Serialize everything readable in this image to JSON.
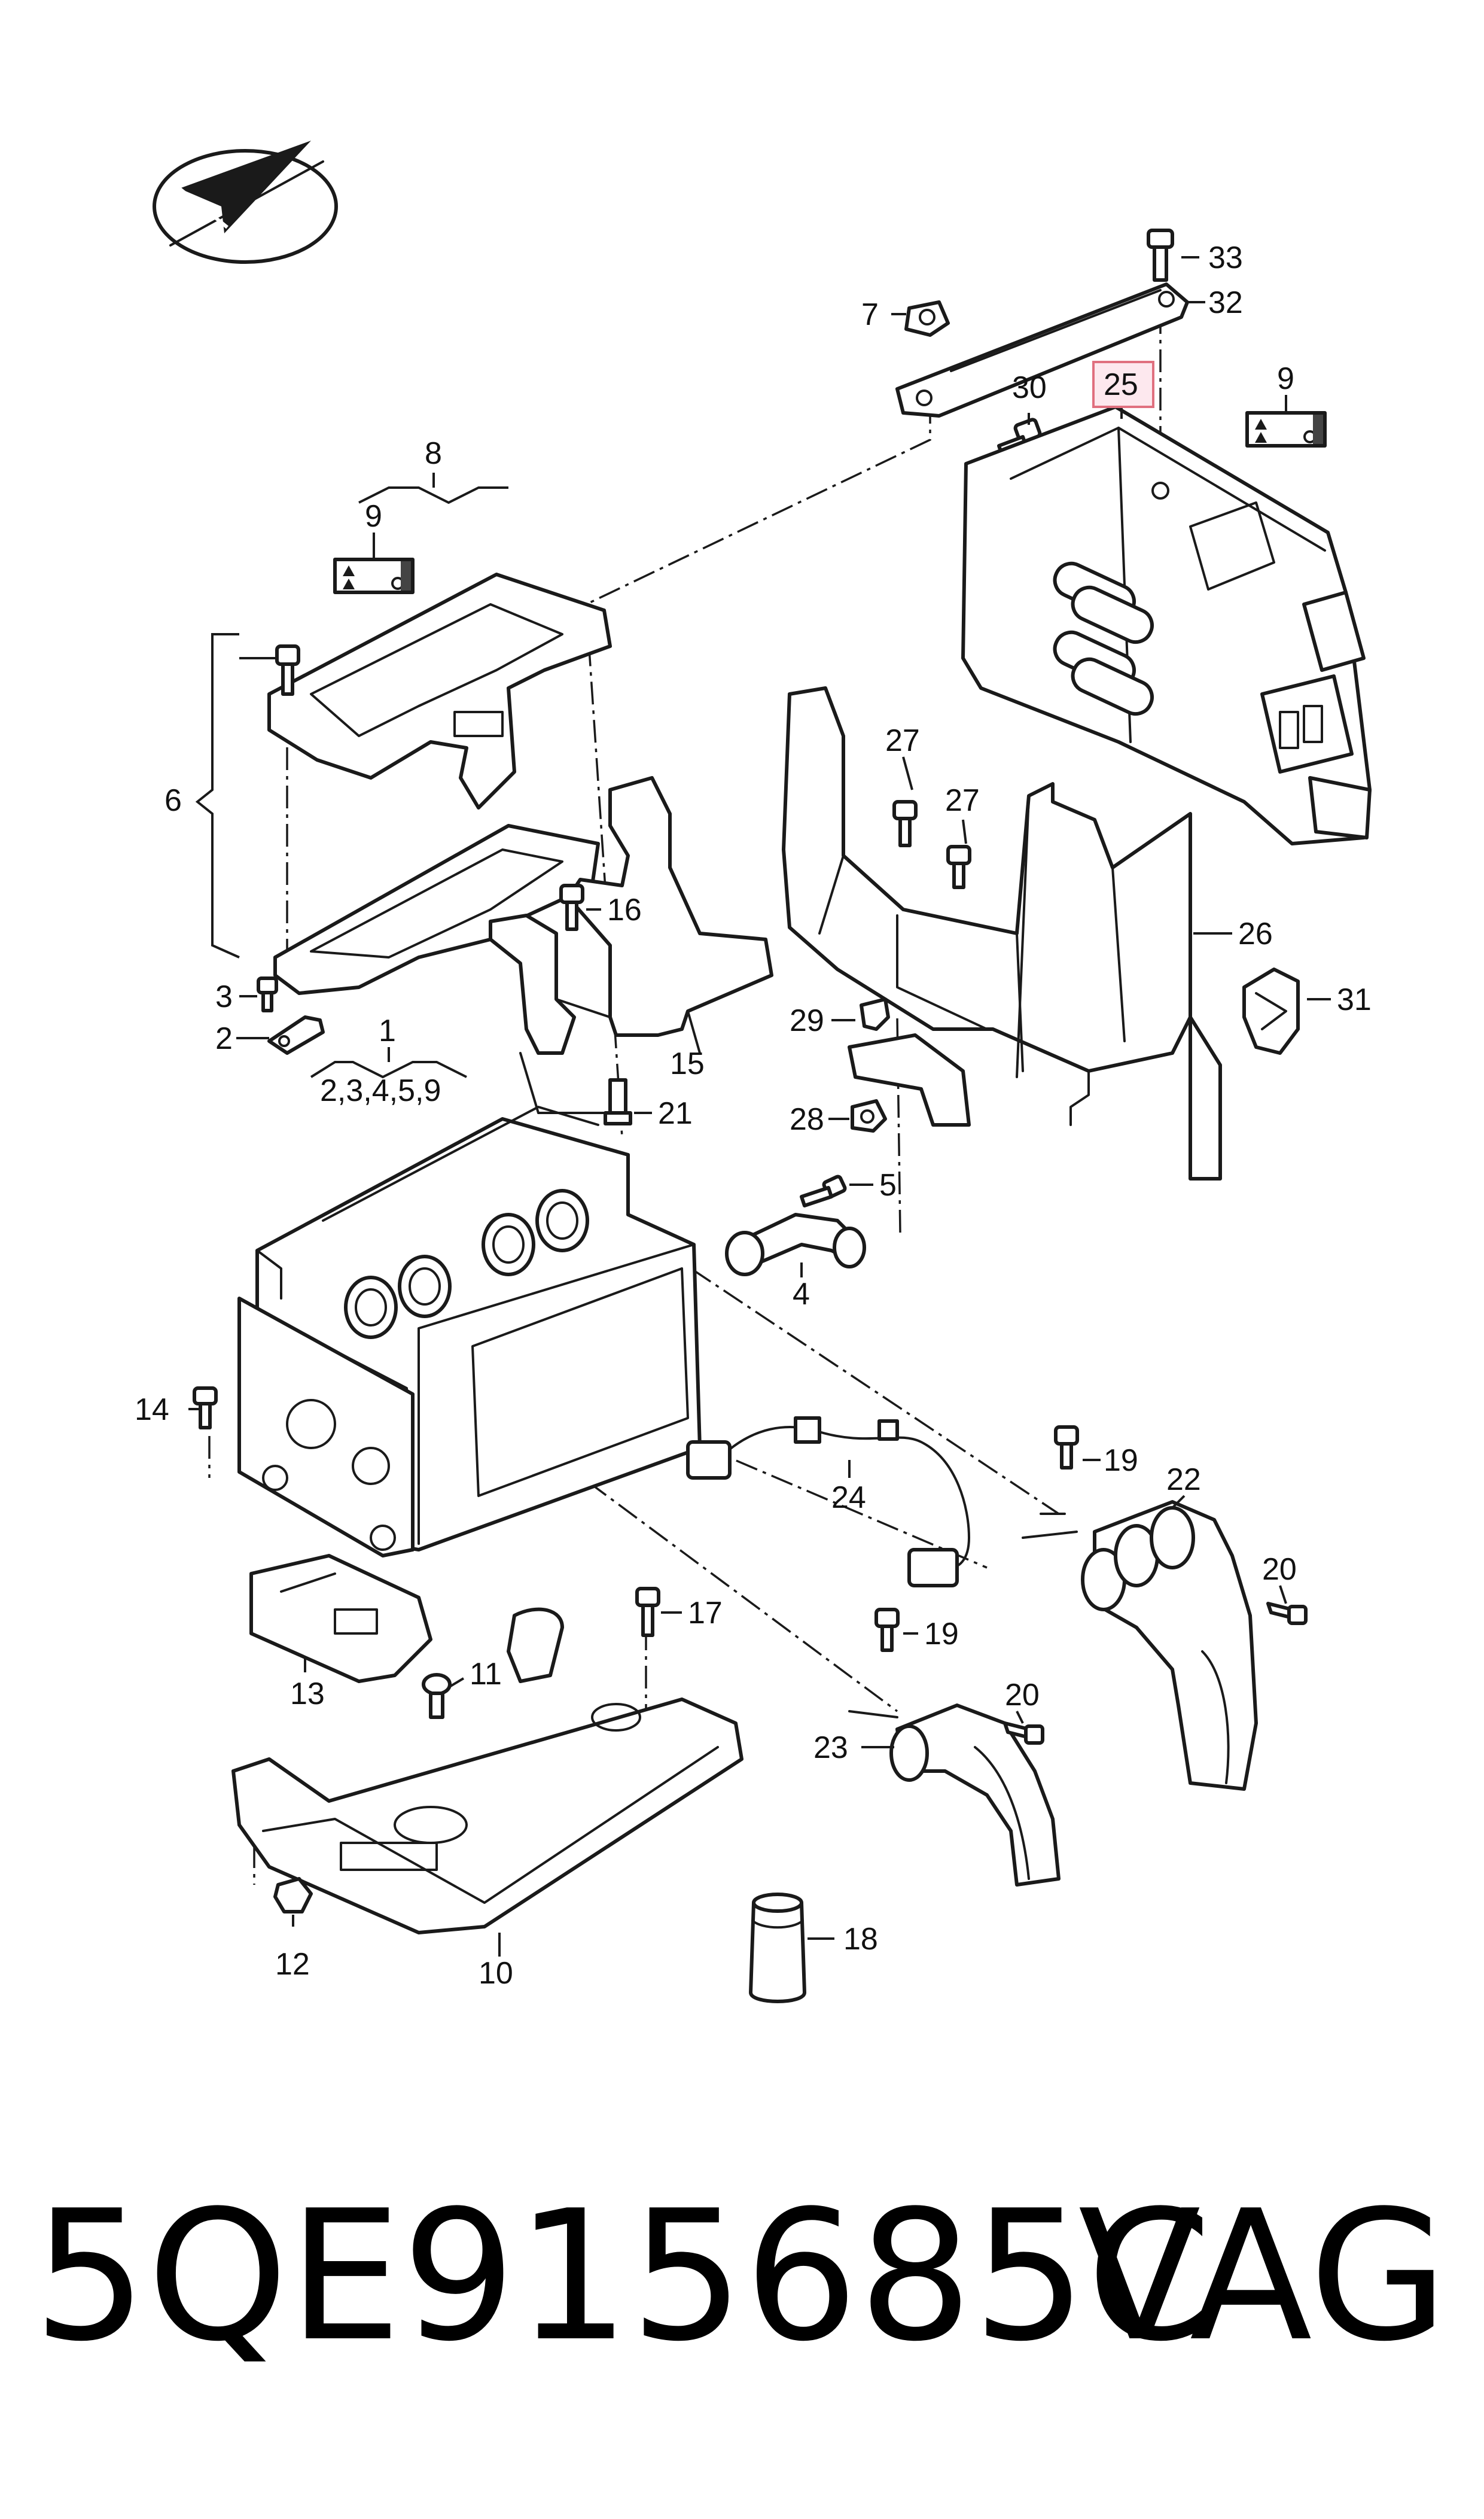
{
  "diagram": {
    "callouts": {
      "c1": "1",
      "c2": "2",
      "c3": "3",
      "c4": "4",
      "c5": "5",
      "c6": "6",
      "c7": "7",
      "c8": "8",
      "c9a": "9",
      "c9b": "9",
      "c10": "10",
      "c11": "11",
      "c12": "12",
      "c13": "13",
      "c14": "14",
      "c15": "15",
      "c16": "16",
      "c17": "17",
      "c18": "18",
      "c19a": "19",
      "c19b": "19",
      "c20a": "20",
      "c20b": "20",
      "c21": "21",
      "c22": "22",
      "c23": "23",
      "c24": "24",
      "c25": "25",
      "c26": "26",
      "c27a": "27",
      "c27b": "27",
      "c28": "28",
      "c29": "29",
      "c30": "30",
      "c31": "31",
      "c32": "32",
      "c33": "33",
      "c_group": "2,3,4,5,9"
    },
    "highlighted_part": "25",
    "highlight_color": "#e0707f"
  },
  "footer": {
    "part_number": "5QE915685C",
    "brand": "VAG"
  }
}
